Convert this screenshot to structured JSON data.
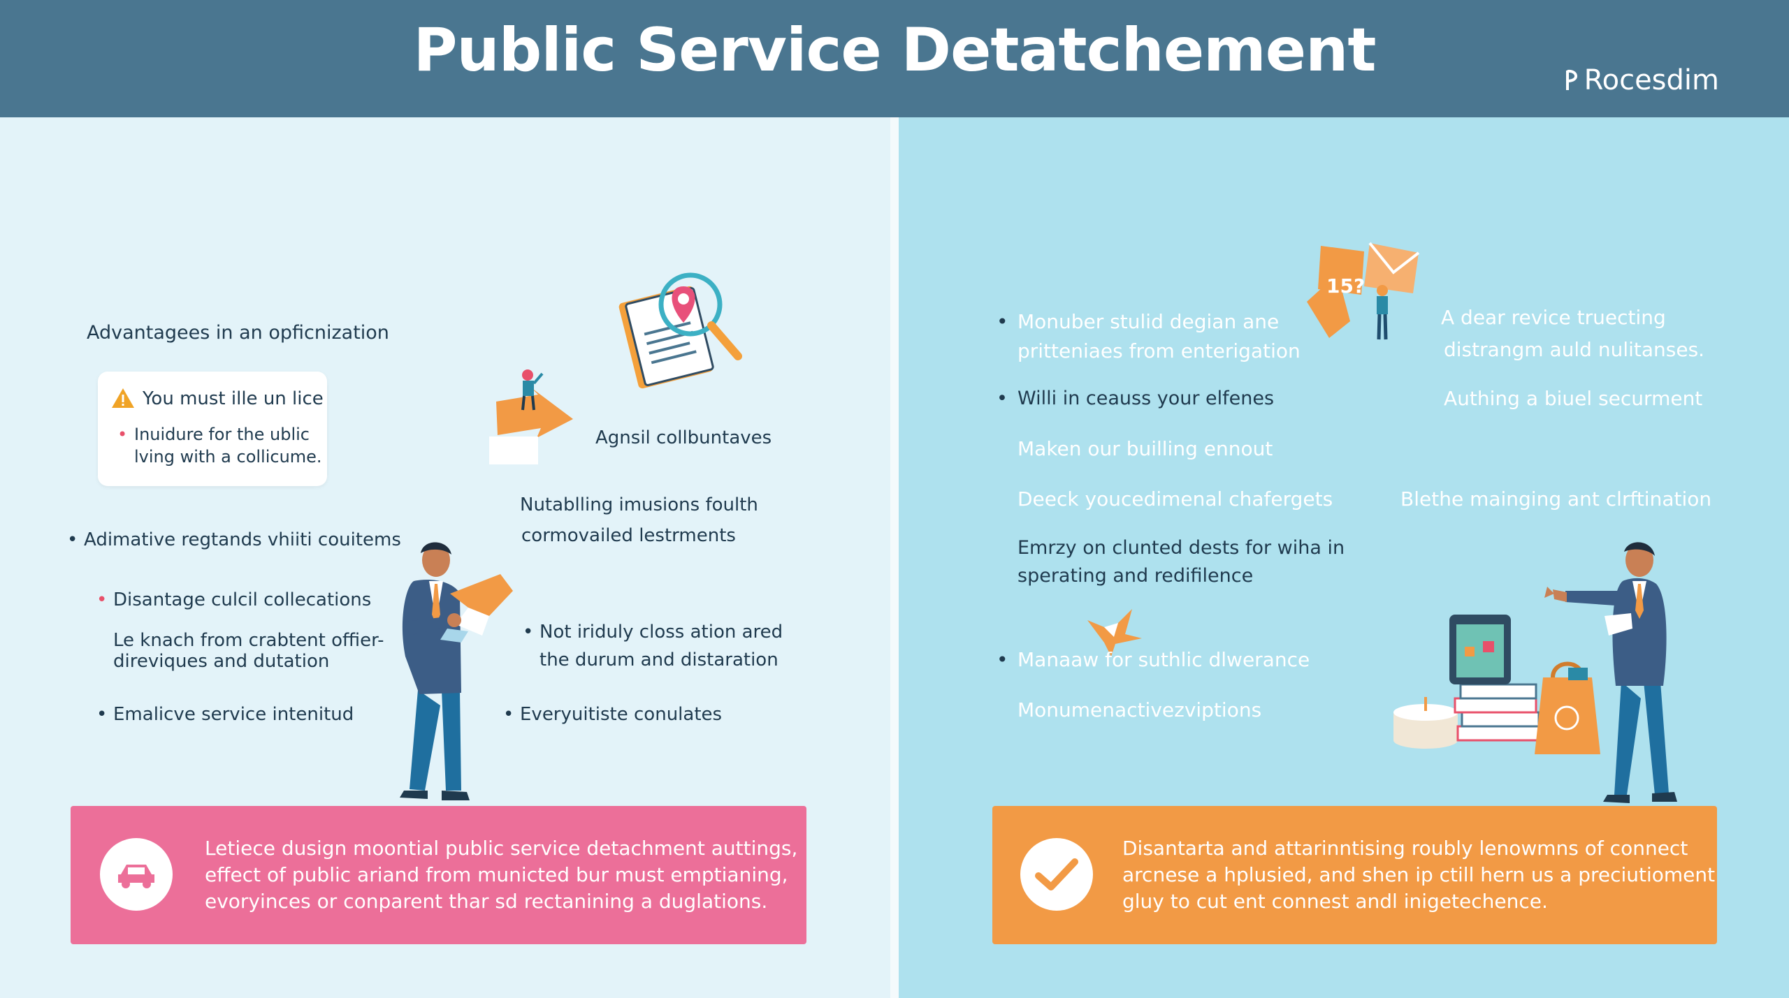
{
  "header": {
    "title": "Public Service Detatchement",
    "brand": "Rocesdim",
    "brand_icon": "p-logo-icon"
  },
  "left": {
    "heading": "Advantagees in an opficnization",
    "note": {
      "warning": "You must ille un lice",
      "line1": "Inuidure for the ublic",
      "line2": "lving with a collicume."
    },
    "items": {
      "agnsil": "Agnsil collbuntaves",
      "nutabl1": "Nutablling imusions foulth",
      "nutabl2": "cormovailed lestrments",
      "adimative": "Adimative regtands vhiiti couitems",
      "disantage": "Disantage culcil collecations",
      "leknach1": "Le knach from crabtent offier-",
      "leknach2": "direviques and dutation",
      "notir1": "Not iriduly closs ation ared",
      "notir2": "the durum and distaration",
      "emalicve": "Emalicve service intenitud",
      "every": "Everyuitiste conulates"
    },
    "banner": {
      "icon": "car-icon",
      "line1": "Letiece dusign moontial public service detachment auttings,",
      "line2": "effect of public ariand from municted bur must emptianing,",
      "line3": "evoryinces or conparent thar sd rectanining a duglations."
    }
  },
  "right": {
    "items": {
      "monuber1": "Monuber stulid degian ane",
      "monuber2": "pritteniaes from enterigation",
      "adear1": "A dear revice truecting",
      "adear2": "distrangm auld nulitanses.",
      "willi": "Willi in ceauss your elfenes",
      "authing": "Authing a biuel securment",
      "maken": "Maken our builling ennout",
      "deeck": "Deeck youcedimenal chafergets",
      "blethe": "Blethe mainging ant clrftination",
      "emrzy1": "Emrzy on clunted dests for wiha in",
      "emrzy2": "sperating and redifilence",
      "manaaw": "Manaaw for suthlic dlwerance",
      "monum": "Monumenactivezviptions"
    },
    "badge": "15?",
    "banner": {
      "icon": "checkmark-icon",
      "line1": "Disantarta and attarinntising roubly lenowmns of connect",
      "line2": "arcnese a hplusied, and shen ip ctill hern us a preciutioment",
      "line3": "gluy to cut ent connest andl inigetechence."
    }
  },
  "colors": {
    "header": "#4a7690",
    "left_bg": "#e3f3f9",
    "right_bg": "#aee1ee",
    "pink": "#ec6f99",
    "orange": "#f29a45",
    "suit": "#3c5d86",
    "trousers": "#1f6f9f"
  }
}
